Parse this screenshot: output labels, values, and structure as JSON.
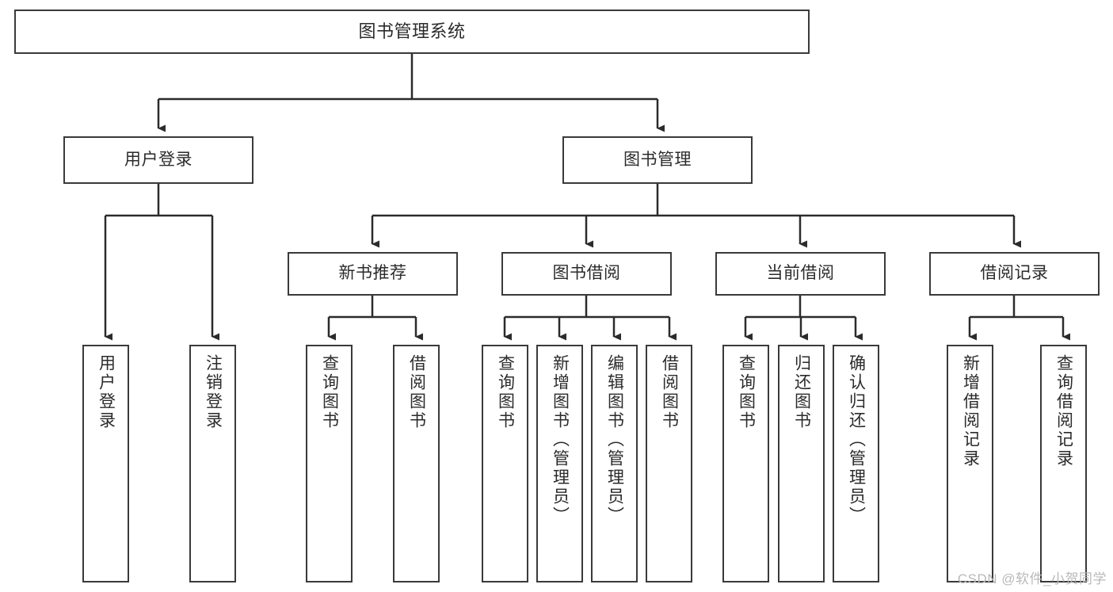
{
  "diagram": {
    "title": "图书管理系统",
    "type": "tree",
    "orientation": "top-down",
    "colors": {
      "stroke": "#3a3a3a",
      "fill": "#ffffff",
      "text": "#2b2b2b",
      "watermark": "#b9b9b9",
      "background": "#ffffff"
    },
    "root": {
      "label": "图书管理系统"
    },
    "level2": [
      {
        "label": "用户登录"
      },
      {
        "label": "图书管理"
      }
    ],
    "level3": [
      {
        "label": "新书推荐"
      },
      {
        "label": "图书借阅"
      },
      {
        "label": "当前借阅"
      },
      {
        "label": "借阅记录"
      }
    ],
    "leaves": {
      "user_login": [
        {
          "label": "用户登录"
        },
        {
          "label": "注销登录"
        }
      ],
      "new_book_recommend": [
        {
          "label": "查询图书"
        },
        {
          "label": "借阅图书"
        }
      ],
      "book_borrow": [
        {
          "label": "查询图书"
        },
        {
          "label": "新增图书（管理员）"
        },
        {
          "label": "编辑图书（管理员）"
        },
        {
          "label": "借阅图书"
        }
      ],
      "current_borrow": [
        {
          "label": "查询图书"
        },
        {
          "label": "归还图书"
        },
        {
          "label": "确认归还（管理员）"
        }
      ],
      "borrow_record": [
        {
          "label": "新增借阅记录"
        },
        {
          "label": "查询借阅记录"
        }
      ]
    }
  },
  "watermark": {
    "text": "CSDN @软件_小贺同学"
  }
}
